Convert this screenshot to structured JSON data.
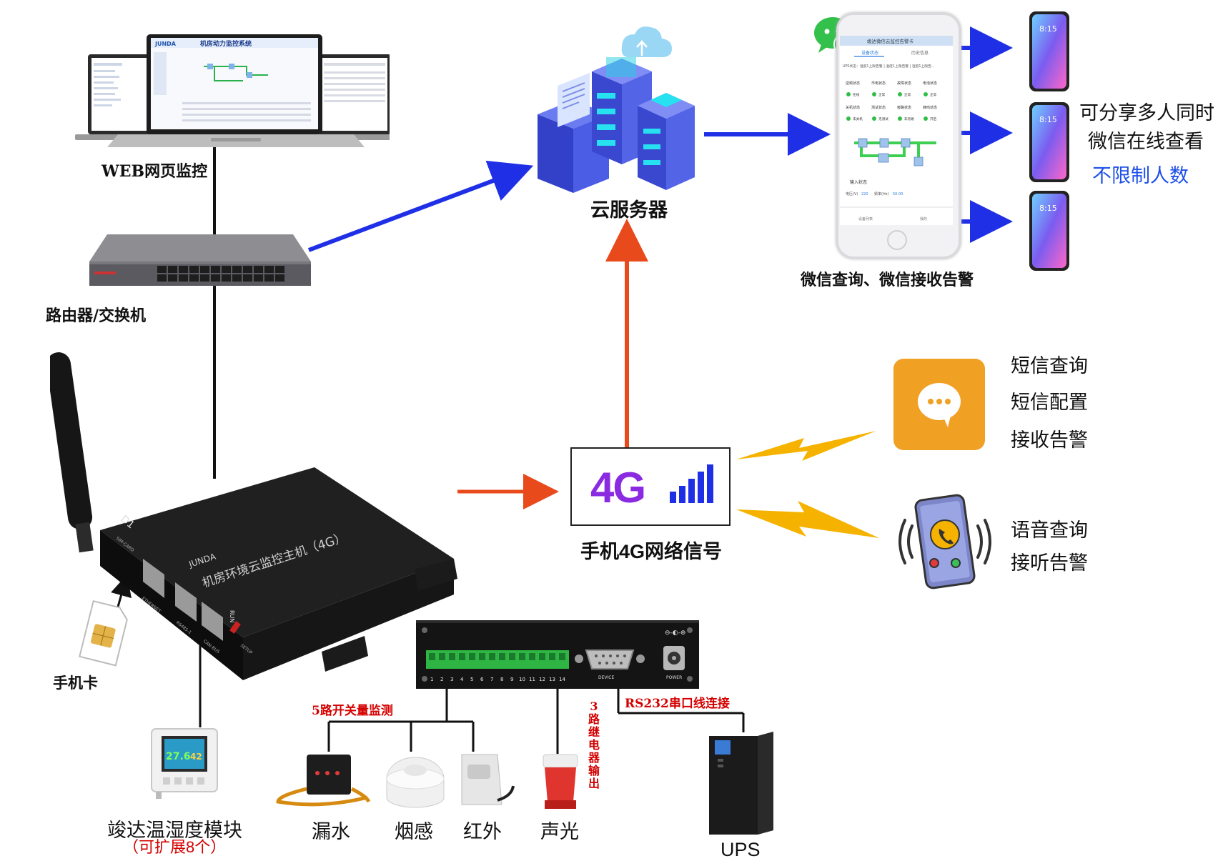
{
  "labels": {
    "web_monitor": "WEB网页监控",
    "router_switch": "路由器/交换机",
    "cloud_server": "云服务器",
    "wechat_alarm": "微信查询、微信接收告警",
    "share_line1": "可分享多人同时",
    "share_line2": "微信在线查看",
    "share_unlimited": "不限制人数",
    "network_4g_caption": "手机4G网络信号",
    "badge_4g": "4G",
    "sms_query": "短信查询",
    "sms_config": "短信配置",
    "sms_alarm": "接收告警",
    "voice_query": "语音查询",
    "voice_alarm": "接听告警",
    "sim_card": "手机卡",
    "th_module": "竣达温湿度模块",
    "th_expand": "（可扩展8个）",
    "switch_monitor": "5路开关量监测",
    "relay_output": "3路继电器输出",
    "rs232": "RS232串口线连接",
    "water_leak": "漏水",
    "smoke": "烟感",
    "infrared": "红外",
    "sound_light": "声光",
    "ups": "UPS"
  },
  "monitor_screen": {
    "brand": "JUNDA",
    "title": "机房动力监控系统"
  },
  "phone_app": {
    "header": "竣达微信云监控告警卡",
    "tab_device": "设备状态",
    "tab_history": "历史信息",
    "ups_status_line": "UPS状态：温度1上限告警 | 温度1上限告警 | 湿度1上限告...",
    "status_row1": [
      "逆频状态",
      "市电状态",
      "故障状态",
      "电池状态"
    ],
    "status_row1_values": [
      "在线",
      "正常",
      "正常",
      "正常"
    ],
    "status_row2": [
      "关机状态",
      "测试状态",
      "旁路状态",
      "蜂鸣状态"
    ],
    "status_row2_values": [
      "未关机",
      "无测试",
      "非旁路",
      "开启"
    ],
    "input_status": "输入状态",
    "voltage_label": "电压(V)",
    "voltage_value": "220",
    "freq_label": "频率(Hz)",
    "freq_value": "50.00",
    "nav_home": "设备列表",
    "nav_me": "我的"
  },
  "lock_phone_time": "8:15",
  "device": {
    "brand": "JUNDA",
    "model_title": "机房环境云监控主机（4G）",
    "d1_label": "D1",
    "sim_port": "SIM-CARD",
    "ethernet_port": "ETHERNET",
    "rs485_port": "RS485-1",
    "canbus_port": "CAN-BUS",
    "run_label": "RUN",
    "setup_label": "SETUP"
  },
  "expansion_box": {
    "terminal_numbers": [
      "1",
      "2",
      "3",
      "4",
      "5",
      "6",
      "7",
      "8",
      "9",
      "10",
      "11",
      "12",
      "13",
      "14"
    ],
    "device_label": "DEVICE",
    "power_label": "POWER"
  },
  "th_display": {
    "temp": "27.6",
    "hum": "42"
  },
  "colors": {
    "blue_arrow": "#1f2fe6",
    "orange_arrow": "#e84a1c",
    "purple_4g": "#8a2be2",
    "sms_orange": "#f0a023",
    "lightning": "#f5b300"
  }
}
